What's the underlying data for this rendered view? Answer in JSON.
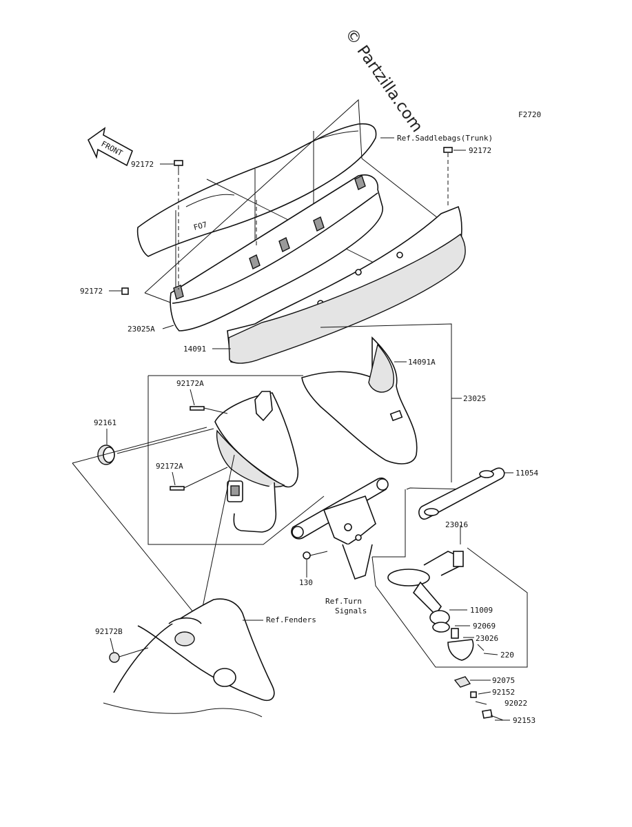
{
  "watermark": "© Partzilla.com",
  "figure_id": "F2720",
  "front_label": "FRONT",
  "labels": {
    "p92172_top_right": "92172",
    "p92172_left": "92172",
    "p92172_mid": "92172",
    "p23025A": "23025A",
    "p14091": "14091",
    "p14091A": "14091A",
    "p23025": "23025",
    "p92172A_top": "92172A",
    "p92161": "92161",
    "p92172A_bottom": "92172A",
    "p11054": "11054",
    "p23016": "23016",
    "p130": "130",
    "p11009": "11009",
    "p92069": "92069",
    "p23026": "23026",
    "p220": "220",
    "p92075": "92075",
    "p92152": "92152",
    "p92022": "92022",
    "p92153": "92153",
    "p92172B": "92172B",
    "ref_saddlebags": "Ref.Saddlebags(Trunk)",
    "ref_turn_1": "Ref.Turn",
    "ref_turn_2": "Signals",
    "ref_fenders": "Ref.Fenders"
  }
}
